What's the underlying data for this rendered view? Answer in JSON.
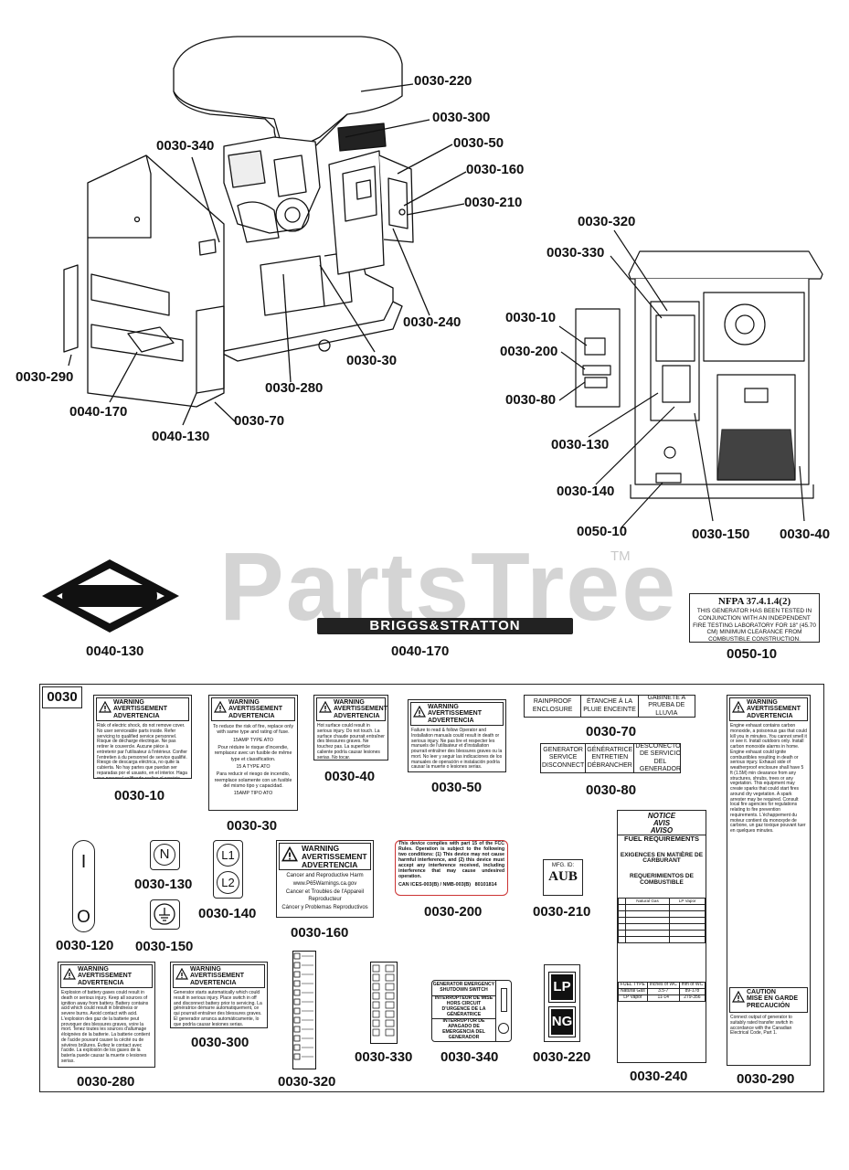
{
  "watermark": {
    "brand": "PartsTree",
    "tm": "TM"
  },
  "callouts": {
    "c0030_220": "0030-220",
    "c0030_300": "0030-300",
    "c0030_50": "0030-50",
    "c0030_160": "0030-160",
    "c0030_210": "0030-210",
    "c0030_340": "0030-340",
    "c0030_240": "0030-240",
    "c0030_30": "0030-30",
    "c0030_280": "0030-280",
    "c0030_290": "0030-290",
    "c0040_170": "0040-170",
    "c0040_130": "0040-130",
    "c0030_70": "0030-70",
    "c0030_320": "0030-320",
    "c0030_330": "0030-330",
    "c0030_10": "0030-10",
    "c0030_200": "0030-200",
    "c0030_80": "0030-80",
    "c0030_130": "0030-130",
    "c0030_140": "0030-140",
    "c0050_10": "0050-10",
    "c0030_150": "0030-150",
    "c0030_40": "0030-40"
  },
  "decals": {
    "d0040_130": "0040-130",
    "d0040_170": "0040-170",
    "d0050_10": "0050-10",
    "briggs": "BRIGGS&STRATTON",
    "nfpa_title": "NFPA 37.4.1.4(2)",
    "nfpa_text": "THIS GENERATOR HAS BEEN TESTED IN CONJUNCTION WITH AN INDEPENDENT FIRE TESTING LABORATORY FOR 18\" (45.70 CM) MINIMUM CLEARANCE FROM COMBUSTIBLE CONSTRUCTION."
  },
  "legend": {
    "tag": "0030",
    "warn_title": "WARNING AVERTISSEMENT ADVERTENCIA",
    "l10": {
      "pn": "0030-10",
      "text": "Risk of electric shock, do not remove cover. No user serviceable parts inside. Refer servicing to qualified service personnel. Risque de décharge électrique. Ne pas retirer le couvercle. Aucune pièce à entretenir par l'utilisateur à l'intérieur. Confier l'entretien à du personnel de service qualifié. Riesgo de descarga eléctrica, no quite la cubierta. No hay partes que puedan ser reparadas por el usuario, en el interior. Haga que personal calificado realice el servicio."
    },
    "l30": {
      "pn": "0030-30",
      "text1": "To reduce the risk of fire, replace only with same type and rating of fuse.",
      "text1b": "15AMP TYPE ATO",
      "text2": "Pour réduire le risque d'incendie, remplacez avec un fusible de même type et classification.",
      "text2b": "15 A TYPE ATO",
      "text3": "Para reducir el riesgo de incendio, reemplace solamente con un fusible del mismo tipo y capacidad.",
      "text3b": "15AMP TIPO ATO"
    },
    "l40": {
      "pn": "0030-40",
      "text": "Hot surface could result in serious injury. Do not touch. La surface chaude pourrait entraîner des blessures graves. Ne touchez pas. La superficie caliente podría causar lesiones serias. No tocar."
    },
    "l50": {
      "pn": "0030-50",
      "text": "Failure to read & follow Operator and Installation manuals could result in death or serious injury. Ne pas lire et respecter les manuels de l'utilisateur et d'installation pourrait entraîner des blessures graves ou la mort. No leer y seguir las indicaciones de los manuales de operación e instalación podría causar la muerte o lesiones serias."
    },
    "l70": {
      "pn": "0030-70",
      "a": "RAINPROOF ENCLOSURE",
      "b": "ÉTANCHE À LA PLUIE ENCEINTE",
      "c": "GABINETE A PRUEBA DE LLUVIA"
    },
    "l80": {
      "pn": "0030-80",
      "a": "GENERATOR SERVICE DISCONNECT",
      "b": "GÉNÉRATRICE ENTRETIEN DÉBRANCHER",
      "c": "DESCONECTOR DE SERVICIO DEL GENERADOR"
    },
    "l120": {
      "pn": "0030-120",
      "on": "I",
      "off": "O"
    },
    "l130": {
      "pn": "0030-130",
      "sym": "N"
    },
    "l140": {
      "pn": "0030-140",
      "s1": "L1",
      "s2": "L2"
    },
    "l150": {
      "pn": "0030-150"
    },
    "l160": {
      "pn": "0030-160",
      "t1": "Cancer and Reproductive Harm",
      "u": "www.P65Warnings.ca.gov",
      "t2": "Cancer et Troubles de l'Appareil Reproducteur",
      "t3": "Cáncer y Problemas Reproductivos"
    },
    "l200": {
      "pn": "0030-200",
      "text": "This device complies with part 15 of the FCC Rules. Operation is subject to the following two conditions: (1) This device may not cause harmful interference, and (2) this device must accept any interference received, including interference that may cause undesired operation.",
      "foot": "CAN ICES-003(B) / NMB-003(B)",
      "code": "80101814"
    },
    "l210": {
      "pn": "0030-210",
      "mfg": "MFG. ID:",
      "id": "AUB"
    },
    "l240": {
      "pn": "0030-240",
      "notice": "NOTICE",
      "avis": "AVIS",
      "aviso": "AVISO",
      "fr": "FUEL REQUIREMENTS",
      "fr_fr": "EXIGENCES EN MATIÈRE DE CARBURANT",
      "fr_es": "REQUERIMIENTOS DE COMBUSTIBLE",
      "ng": "Natural Gas",
      "lp": "LP Vapor",
      "ft": "FUEL TYPE",
      "inwc": "Inches of WC",
      "mm": "mm of WC",
      "ng_in": "3.5-7",
      "ng_mm": "89-178",
      "lp_in": "11-14",
      "lp_mm": "279-356"
    },
    "l280": {
      "pn": "0030-280",
      "text": "Explosion of battery gases could result in death or serious injury. Keep all sources of ignition away from battery. Battery contains acid which could result in blindness or severe burns. Avoid contact with acid. L'explosion des gaz de la batterie peut provoquer des blessures graves, voire la mort. Tenez toutes les sources d'allumage éloignées de la batterie. La batterie contient de l'acide pouvant causer la cécité ou de sévères brûlures. Évitez le contact avec l'acide. La explosión de los gases de la batería puede causar la muerte o lesiones serias."
    },
    "l290": {
      "pn": "0030-290",
      "caution": "CAUTION",
      "caution_fr": "MISE EN GARDE",
      "caution_es": "PRECAUCIÓN",
      "text": "Engine exhaust contains carbon monoxide, a poisonous gas that could kill you in minutes. You cannot smell it or see it. Install outdoors only. Install carbon monoxide alarms in home. Engine exhaust could ignite combustibles resulting in death or serious injury. Exhaust side of weatherproof enclosure shall have 5 ft (1.5M) min clearance from any structures, shrubs, trees or any vegetation. This equipment may create sparks that could start fires around dry vegetation. A spark arrester may be required. Consult local fire agencies for regulations relating to fire prevention requirements. L'échappement du moteur contient du monoxyde de carbone, un gaz toxique pouvant tuer en quelques minutes.",
      "text2": "Connect output of generator to suitably rated transfer switch in accordance with the Canadian Electrical Code, Part 1."
    },
    "l300": {
      "pn": "0030-300",
      "text": "Generator starts automatically which could result in serious injury. Place switch in off and disconnect battery prior to servicing. La génératrice démarre automatiquement, ce qui pourrait entraîner des blessures graves. El generador arranca automáticamente, lo que podría causar lesiones serias."
    },
    "l320": {
      "pn": "0030-320"
    },
    "l330": {
      "pn": "0030-330"
    },
    "l340": {
      "pn": "0030-340",
      "a": "GENERATOR EMERGENCY SHUTDOWN SWITCH",
      "b": "INTERRUPTEUR DE MISE HORS CIRCUIT D'URGENCE DE LA GÉNÉRATRICE",
      "c": "INTERRUPTOR DE APAGADO DE EMERGENCIA DEL GENERADOR"
    },
    "l220": {
      "pn": "0030-220",
      "lp": "LP",
      "ng": "NG"
    }
  }
}
